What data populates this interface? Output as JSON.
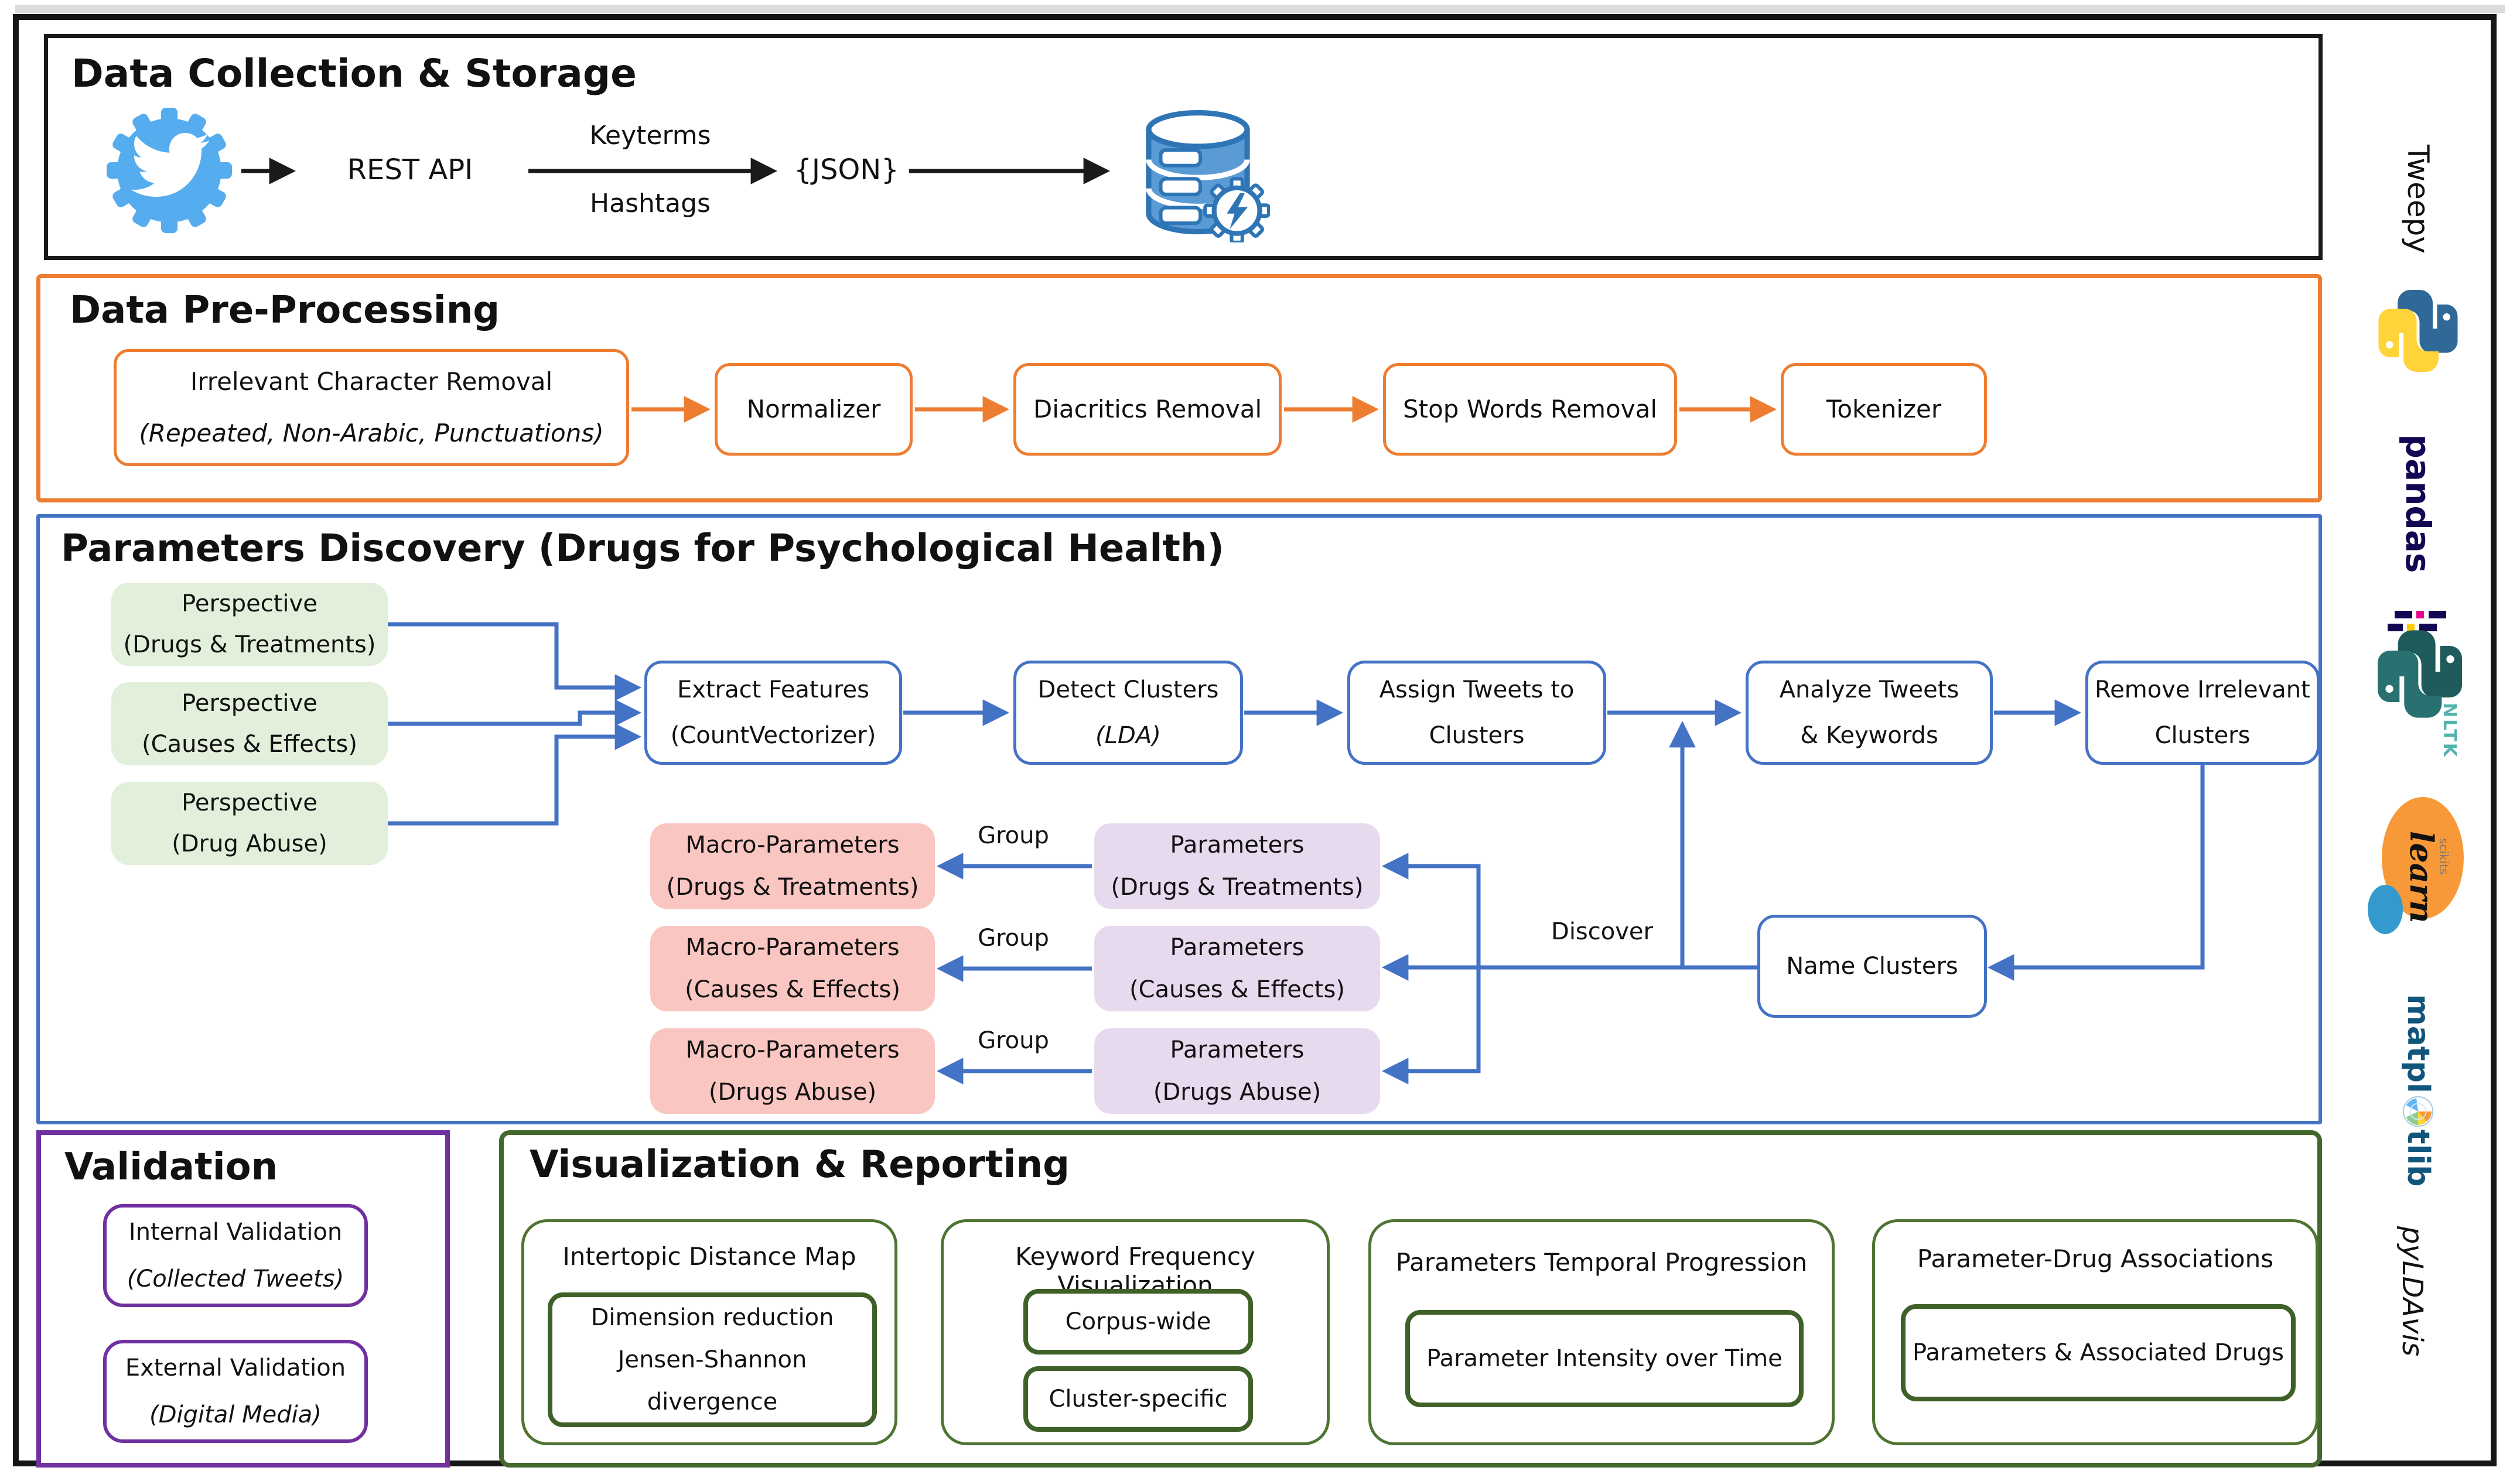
{
  "collection": {
    "title": "Data Collection & Storage",
    "source_label": "REST API",
    "arrow_top_label": "Keyterms",
    "arrow_bottom_label": "Hashtags",
    "payload_label": "{JSON}"
  },
  "preprocessing": {
    "title": "Data Pre-Processing",
    "steps": [
      {
        "line1": "Irrelevant Character Removal",
        "line2": "(Repeated, Non-Arabic, Punctuations)"
      },
      {
        "line1": "Normalizer"
      },
      {
        "line1": "Diacritics Removal"
      },
      {
        "line1": "Stop Words Removal"
      },
      {
        "line1": "Tokenizer"
      }
    ]
  },
  "discovery": {
    "title": "Parameters Discovery (Drugs for Psychological Health)",
    "perspectives": [
      {
        "line1": "Perspective",
        "line2": "(Drugs & Treatments)"
      },
      {
        "line1": "Perspective",
        "line2": "(Causes & Effects)"
      },
      {
        "line1": "Perspective",
        "line2": "(Drug Abuse)"
      }
    ],
    "flow": [
      {
        "line1": "Extract Features",
        "line2": "(CountVectorizer)"
      },
      {
        "line1": "Detect Clusters",
        "line2": "(LDA)"
      },
      {
        "line1": "Assign Tweets to",
        "line2": "Clusters"
      },
      {
        "line1": "Analyze Tweets",
        "line2": "& Keywords"
      },
      {
        "line1": "Remove Irrelevant",
        "line2": "Clusters"
      }
    ],
    "name_clusters": "Name Clusters",
    "group_label": "Group",
    "discover_label": "Discover",
    "macro": [
      {
        "line1": "Macro-Parameters",
        "line2": "(Drugs & Treatments)"
      },
      {
        "line1": "Macro-Parameters",
        "line2": "(Causes & Effects)"
      },
      {
        "line1": "Macro-Parameters",
        "line2": "(Drugs Abuse)"
      }
    ],
    "parameters": [
      {
        "line1": "Parameters",
        "line2": "(Drugs & Treatments)"
      },
      {
        "line1": "Parameters",
        "line2": "(Causes & Effects)"
      },
      {
        "line1": "Parameters",
        "line2": "(Drugs Abuse)"
      }
    ]
  },
  "validation": {
    "title": "Validation",
    "items": [
      {
        "line1": "Internal Validation",
        "line2": "(Collected Tweets)"
      },
      {
        "line1": "External Validation",
        "line2": "(Digital Media)"
      }
    ]
  },
  "viz": {
    "title": "Visualization & Reporting",
    "cards": [
      {
        "title": "Intertopic Distance Map",
        "items": [
          {
            "line1": "Dimension reduction",
            "line2": "Jensen-Shannon divergence"
          }
        ]
      },
      {
        "title": "Keyword Frequency Visualization",
        "items": [
          {
            "line1": "Corpus-wide"
          },
          {
            "line1": "Cluster-specific"
          }
        ]
      },
      {
        "title": "Parameters Temporal Progression",
        "items": [
          {
            "line1": "Parameter Intensity over Time"
          }
        ]
      },
      {
        "title": "Parameter-Drug Associations",
        "items": [
          {
            "line1": "Parameters & Associated Drugs"
          }
        ]
      }
    ]
  },
  "libraries": {
    "tweepy": "Tweepy",
    "pandas": "pandas",
    "nltk": "NLTK",
    "sklearn_small": "scikits",
    "sklearn_script": "learn",
    "matplotlib_pre": "matpl",
    "matplotlib_post": "tlib",
    "pyldavis": "pyLDAvis"
  },
  "icons": {
    "source": "twitter-gear-icon",
    "storage": "database-lightning-gear-icon",
    "python_logo": "python-logo-icon",
    "pandas_mark": "pandas-bars-icon",
    "nltk_logo": "nltk-snakes-icon",
    "sklearn_logo": "scikit-learn-logo-icon",
    "matplotlib_mark": "matplotlib-polar-icon"
  },
  "colors": {
    "orange": "#ED7D31",
    "blue": "#4472C4",
    "purple": "#7030A0",
    "dark_green": "#44672C",
    "green_fill": "#E2EFDA",
    "pink_fill": "#F9C6C2",
    "lavender_fill": "#E7D9EE",
    "twitter_blue": "#55ACEE",
    "db_blue": "#2E75B6",
    "db_fill": "#5B9BD5",
    "python_blue": "#306998",
    "python_yellow": "#FFD43B",
    "pandas_navy": "#130754",
    "nltk_teal": "#1F5B5B",
    "sklearn_orange": "#F89939",
    "sklearn_blue": "#3499CD",
    "mpl_blue": "#11557C"
  }
}
